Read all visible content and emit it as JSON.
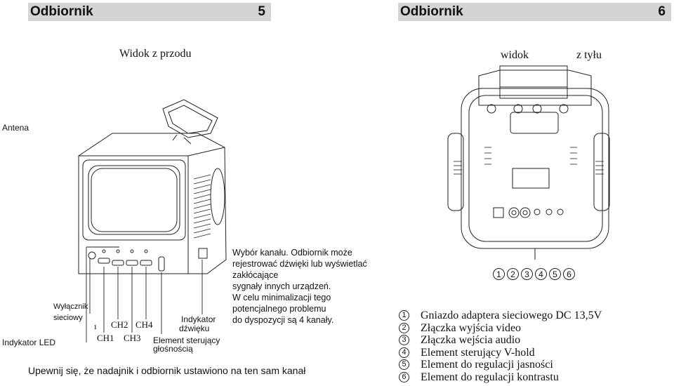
{
  "header": {
    "left_title": "Odbiornik",
    "left_page": "5",
    "right_title": "Odbiornik",
    "right_page": "6"
  },
  "front": {
    "title": "Widok z przodu",
    "labels": {
      "antenna": "Antena",
      "power_switch_line1": "Wyłącznik",
      "power_switch_line2": "sieciowy",
      "led": "Indykator LED",
      "ch_stub": "ı",
      "ch1": "CH1",
      "ch2": "CH2",
      "ch3": "CH3",
      "ch4": "CH4",
      "sound_ind_line1": "Indykator",
      "sound_ind_line2": "dźwięku",
      "volume_line1": "Element    sterujący",
      "volume_line2": "głośnością"
    },
    "description": [
      "Wybór kanału. Odbiornik może",
      "rejestrować dźwięki lub wyświetlać",
      "zakłócające",
      "sygnały innych urządzeń.",
      "W celu minimalizacji tego",
      "potencjalnego problemu",
      "do dyspozycji są 4 kanały."
    ],
    "note": "Upewnij się, że nadajnik i odbiornik ustawiono na ten sam kanał"
  },
  "back": {
    "title_part1": "widok",
    "title_part2": "z tyłu",
    "connector_numbers": [
      "1",
      "2",
      "3",
      "4",
      "5",
      "6"
    ],
    "legend": [
      {
        "num": "1",
        "text": "Gniazdo adaptera sieciowego DC 13,5V"
      },
      {
        "num": "2",
        "text": "Złączka wyjścia video"
      },
      {
        "num": "3",
        "text": "Złączka wejścia audio"
      },
      {
        "num": "4",
        "text": "Element sterujący V-hold"
      },
      {
        "num": "5",
        "text": "Element do regulacji jasności"
      },
      {
        "num": "6",
        "text": "Element do regulacji kontrastu"
      }
    ]
  }
}
